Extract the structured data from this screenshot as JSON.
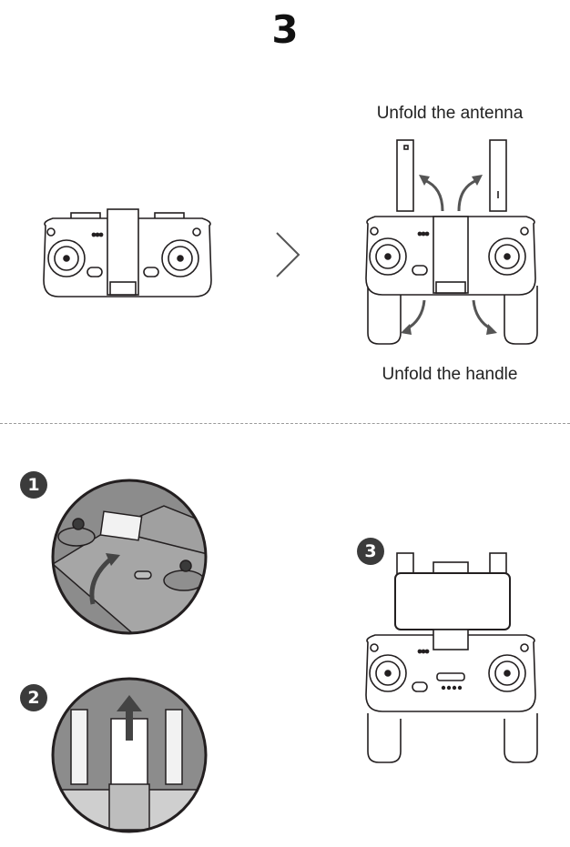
{
  "step": {
    "number": "3"
  },
  "top": {
    "caption_antenna": "Unfold the antenna",
    "caption_handle": "Unfold the handle"
  },
  "bottom": {
    "badges": [
      "1",
      "2",
      "3"
    ]
  },
  "colors": {
    "line": "#231f20",
    "arrow": "#555555",
    "circle_bg": "#8c8c8c",
    "badge": "#3b3b3b"
  },
  "icons": [
    "chevron-right-icon",
    "curved-arrow-icon",
    "up-arrow-icon"
  ]
}
